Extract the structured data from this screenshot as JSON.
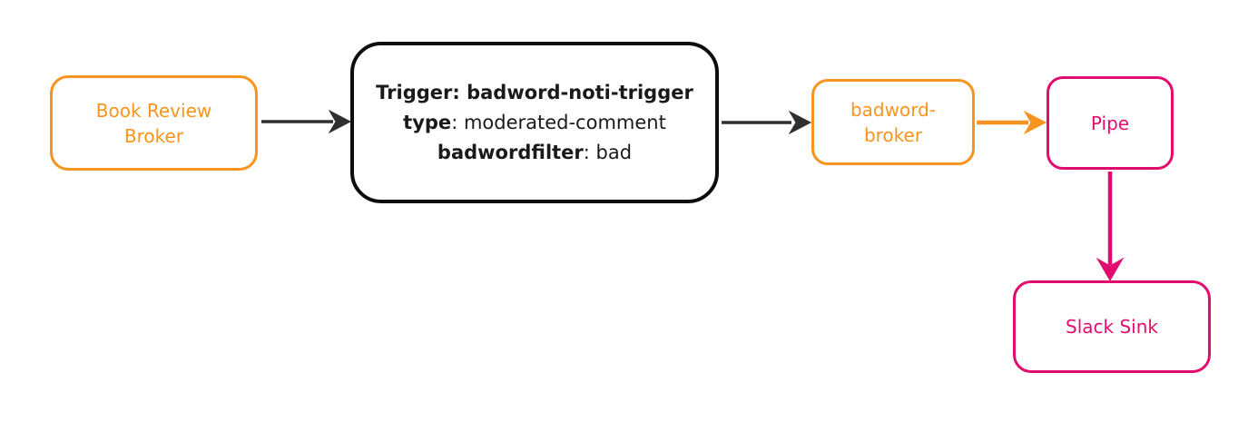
{
  "nodes": {
    "book_review_broker": {
      "label": "Book Review Broker",
      "border_color": "#F7941E",
      "text_color": "#F7941E"
    },
    "trigger": {
      "title": "Trigger: badword-noti-trigger",
      "attrs": [
        {
          "key": "type",
          "rest": ": moderated-comment"
        },
        {
          "key": "badwordfilter",
          "rest": ": bad"
        }
      ],
      "border_color": "#0D0D0D",
      "text_color": "#1A1A1A"
    },
    "badword_broker": {
      "label": "badword-broker",
      "border_color": "#F7941E",
      "text_color": "#F7941E"
    },
    "pipe": {
      "label": "Pipe",
      "border_color": "#E20C6E",
      "text_color": "#E20C6E"
    },
    "slack_sink": {
      "label": "Slack Sink",
      "border_color": "#E20C6E",
      "text_color": "#E20C6E"
    }
  },
  "edges": [
    {
      "from": "book_review_broker",
      "to": "trigger",
      "color": "#2F2F2F",
      "direction": "right"
    },
    {
      "from": "trigger",
      "to": "badword_broker",
      "color": "#2F2F2F",
      "direction": "right"
    },
    {
      "from": "badword_broker",
      "to": "pipe",
      "color": "#F7941E",
      "direction": "right"
    },
    {
      "from": "pipe",
      "to": "slack_sink",
      "color": "#E20C6E",
      "direction": "down"
    }
  ],
  "palette": {
    "orange": "#F7941E",
    "pink": "#E20C6E",
    "dark": "#2F2F2F",
    "background": "#FFFFFF"
  }
}
